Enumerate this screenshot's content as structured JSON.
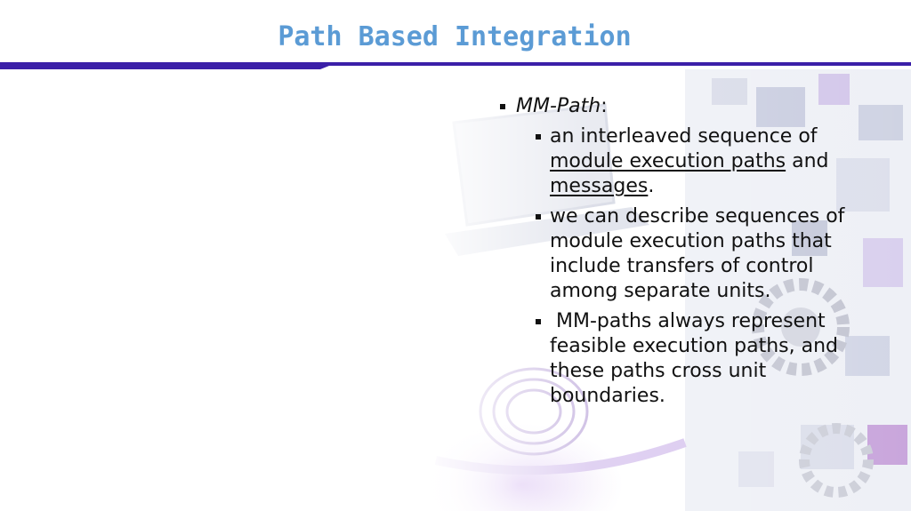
{
  "slide": {
    "title": "Path Based Integration",
    "colors": {
      "title": "#5b9bd5",
      "rule": "#3b1fa8",
      "text": "#111111"
    }
  },
  "content": {
    "main_term": "MM-Path",
    "main_colon": ":",
    "points": [
      {
        "part1": "an interleaved sequence of ",
        "link1": "module execution paths",
        "part2": " and ",
        "link2": "messages",
        "part3": "."
      },
      {
        "text": "we can describe sequences of module execution paths that include transfers of control among separate units."
      },
      {
        "text": " MM-paths always represent feasible execution paths, and these paths cross unit boundaries."
      }
    ]
  }
}
